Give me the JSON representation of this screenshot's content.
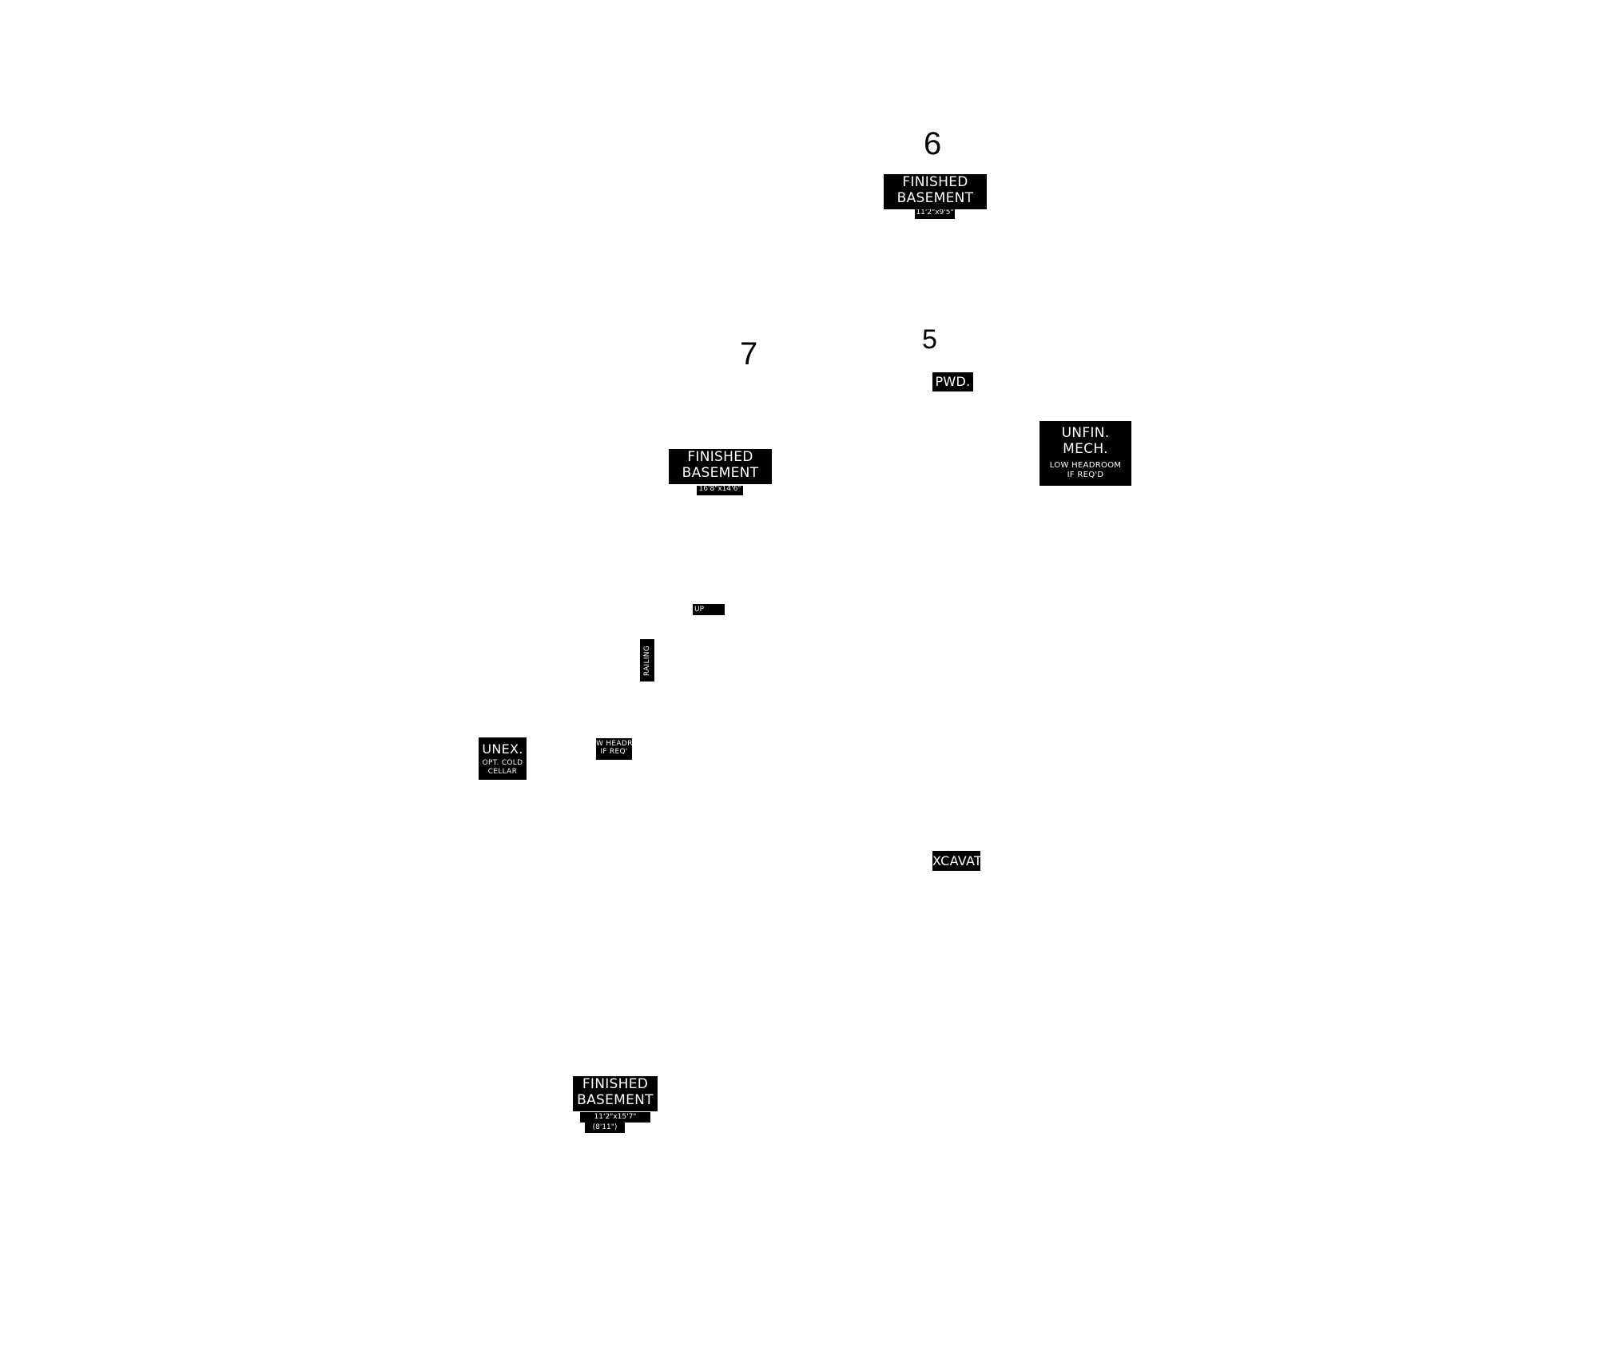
{
  "rooms": {
    "fb_top": {
      "number": "6",
      "line1": "FINISHED",
      "line2": "BASEMENT",
      "dims": "11'2\"x9'5\""
    },
    "powder": {
      "number": "5",
      "label": "PWD."
    },
    "fb_mid": {
      "number": "7",
      "line1": "FINISHED",
      "line2": "BASEMENT",
      "dims": "16'8\"x14'6\""
    },
    "mech": {
      "line1": "UNFIN.",
      "line2": "MECH.",
      "sub1": "LOW HEADROOM",
      "sub2": "IF REQ'D"
    },
    "stair": {
      "up": "UP",
      "railing": "RAILING"
    },
    "cellar": {
      "line1": "UNEX.",
      "sub1": "OPT. COLD",
      "sub2": "CELLAR"
    },
    "low_headroom": {
      "line1": "W HEADR",
      "line2": "IF REQ'"
    },
    "excavated": {
      "label": "XCAVAT"
    },
    "fb_bottom": {
      "line1": "FINISHED",
      "line2": "BASEMENT",
      "dims1": "11'2\"x15'7\"",
      "dims2": "(8'11\")"
    }
  }
}
